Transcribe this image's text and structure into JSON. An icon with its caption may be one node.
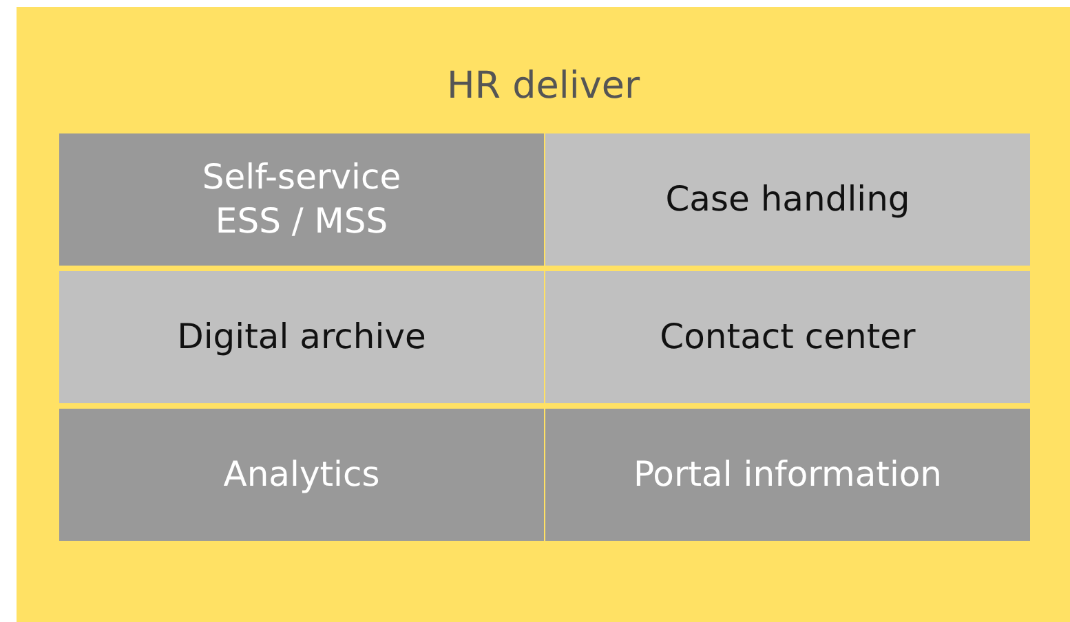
{
  "diagram": {
    "nodes": [
      {
        "text": [
          "HR deliver"
        ]
      },
      {
        "text": [
          "Self-service ESS / MSS"
        ],
        "in": 0
      },
      {
        "text": [
          "Case handling"
        ],
        "in": 0
      },
      {
        "text": [
          "Digital archive"
        ],
        "in": 0
      },
      {
        "text": [
          "Contact center"
        ],
        "in": 0
      },
      {
        "text": [
          "Analytics"
        ],
        "in": 0
      },
      {
        "text": [
          "Portal information"
        ],
        "in": 0
      }
    ]
  }
}
